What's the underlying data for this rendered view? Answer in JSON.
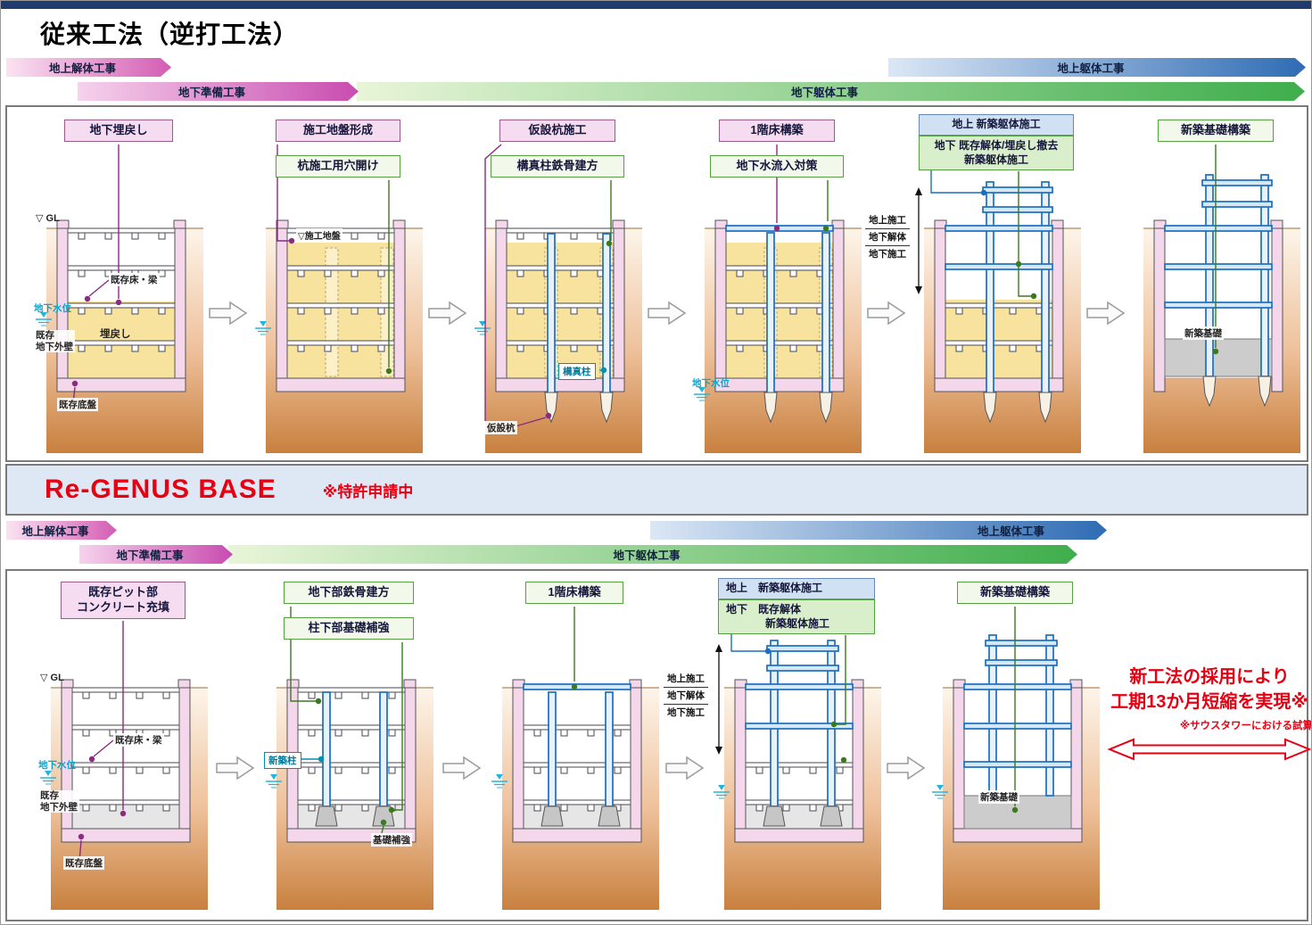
{
  "conventional": {
    "title": "従来工法（逆打工法）",
    "timeline": {
      "above_demolition": "地上解体工事",
      "above_structure": "地上躯体工事",
      "below_preparation": "地下準備工事",
      "below_structure": "地下躯体工事"
    },
    "panels": [
      {
        "labels": {
          "main": "地下埋戻し"
        },
        "annotations": {
          "gl": "▽ GL",
          "floor_beam": "既存床・梁",
          "water_level": "地下水位",
          "outer_wall_1": "既存",
          "outer_wall_2": "地下外壁",
          "backfill": "埋戻し",
          "base_slab": "既存底盤"
        }
      },
      {
        "labels": {
          "main": "施工地盤形成",
          "sub": "杭施工用穴開け"
        },
        "annotations": {
          "work_ground": "▽施工地盤"
        }
      },
      {
        "labels": {
          "main": "仮設杭施工",
          "sub": "構真柱鉄骨建方"
        },
        "annotations": {
          "column": "構真柱",
          "pile": "仮設杭"
        }
      },
      {
        "labels": {
          "main": "1階床構築",
          "sub": "地下水流入対策"
        },
        "annotations": {
          "water_level": "地下水位"
        }
      },
      {
        "labels": {
          "above": "地上 新築躯体施工",
          "below_1": "地下 既存解体/埋戻し撤去",
          "below_2": "新築躯体施工"
        },
        "annotations": {
          "work_above": "地上施工",
          "work_demolition": "地下解体",
          "work_below": "地下施工"
        }
      },
      {
        "labels": {
          "main": "新築基礎構築"
        },
        "annotations": {
          "foundation": "新築基礎"
        }
      }
    ]
  },
  "regenus": {
    "title": "Re-GENUS BASE",
    "patent_note": "※特許申請中",
    "timeline": {
      "above_demolition": "地上解体工事",
      "above_structure": "地上躯体工事",
      "below_preparation": "地下準備工事",
      "below_structure": "地下躯体工事"
    },
    "panels": [
      {
        "labels": {
          "main_1": "既存ピット部",
          "main_2": "コンクリート充填"
        },
        "annotations": {
          "gl": "▽ GL",
          "floor_beam": "既存床・梁",
          "water_level": "地下水位",
          "outer_wall_1": "既存",
          "outer_wall_2": "地下外壁",
          "base_slab": "既存底盤"
        }
      },
      {
        "labels": {
          "main": "地下部鉄骨建方",
          "sub": "柱下部基礎補強"
        },
        "annotations": {
          "column": "新築柱",
          "reinforcement": "基礎補強"
        }
      },
      {
        "labels": {
          "main": "1階床構築"
        },
        "annotations": {}
      },
      {
        "labels": {
          "above": "地上　新築躯体施工",
          "below_1": "地下　既存解体",
          "below_2": "新築躯体施工"
        },
        "annotations": {
          "work_above": "地上施工",
          "work_demolition": "地下解体",
          "work_below": "地下施工"
        }
      },
      {
        "labels": {
          "main": "新築基礎構築"
        },
        "annotations": {
          "foundation": "新築基礎"
        }
      }
    ],
    "highlight": {
      "line1": "新工法の採用により",
      "line2": "工期13か月短縮を実現※",
      "note": "※サウスタワーにおける試算"
    }
  },
  "colors": {
    "accent_navy": "#1e3c6e",
    "demolition_pink": "#d45cb4",
    "structure_blue": "#2f6cb4",
    "preparation_magenta": "#c84cb0",
    "structure_green": "#3fae4c",
    "highlight_red": "#e60012",
    "backfill_yellow": "#f8e39e",
    "existing_pink": "#f4d7eb",
    "new_steel_blue": "#1a6fc0",
    "soil_brown": "#c8803e"
  }
}
